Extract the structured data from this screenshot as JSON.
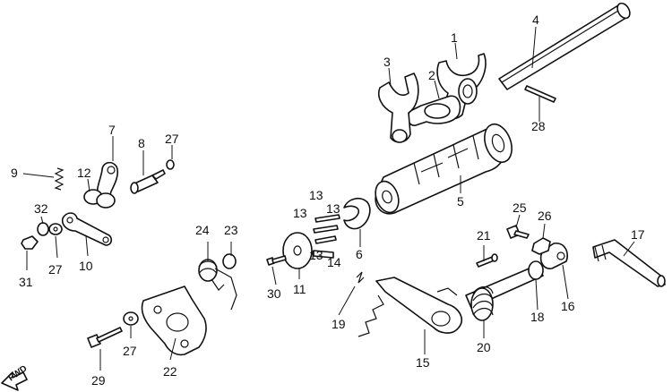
{
  "diagram": {
    "callouts": [
      "1",
      "2",
      "3",
      "4",
      "5",
      "6",
      "7",
      "8",
      "9",
      "10",
      "11",
      "12",
      "13",
      "13",
      "13",
      "14",
      "15",
      "16",
      "17",
      "18",
      "19",
      "20",
      "21",
      "22",
      "23",
      "24",
      "25",
      "26",
      "27",
      "27",
      "27",
      "28",
      "29",
      "30",
      "31",
      "32"
    ],
    "direction_label": "FWD"
  }
}
